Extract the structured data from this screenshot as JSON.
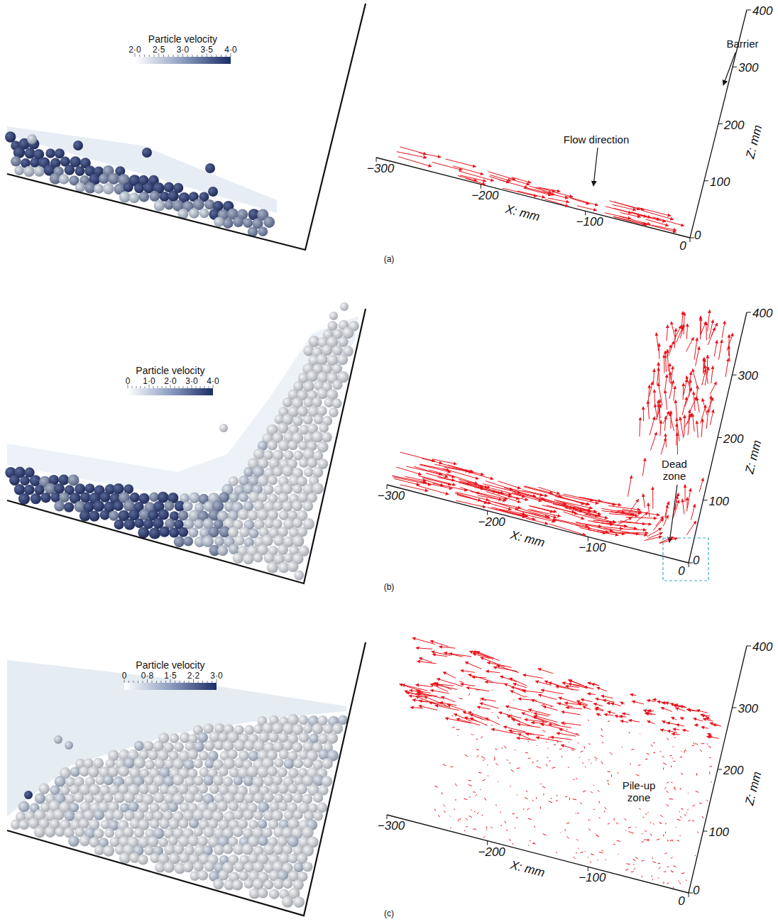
{
  "diagram": {
    "labels": [
      "Particle velocity",
      "2·0",
      "2·5",
      "3·0",
      "3·5",
      "4·0",
      "400",
      "300",
      "200",
      "100",
      "0",
      "Z: mm",
      "Barrier",
      "Flow direction",
      "−300",
      "−200",
      "−100",
      "X: mm",
      "0",
      "(a)",
      "Particle velocity",
      "0",
      "1·0",
      "2·0",
      "3·0",
      "4·0",
      "400",
      "300",
      "200",
      "100",
      "0",
      "Z: mm",
      "Dead zone",
      "−300",
      "−200",
      "−100",
      "X: mm",
      "0",
      "(b)",
      "Particle velocity",
      "0",
      "0·8",
      "1·5",
      "2·2",
      "3·0",
      "400",
      "300",
      "200",
      "100",
      "0",
      "Z: mm",
      "Pile-up zone",
      "−300",
      "−200",
      "−100",
      "X: mm",
      "0",
      "(c)"
    ]
  }
}
